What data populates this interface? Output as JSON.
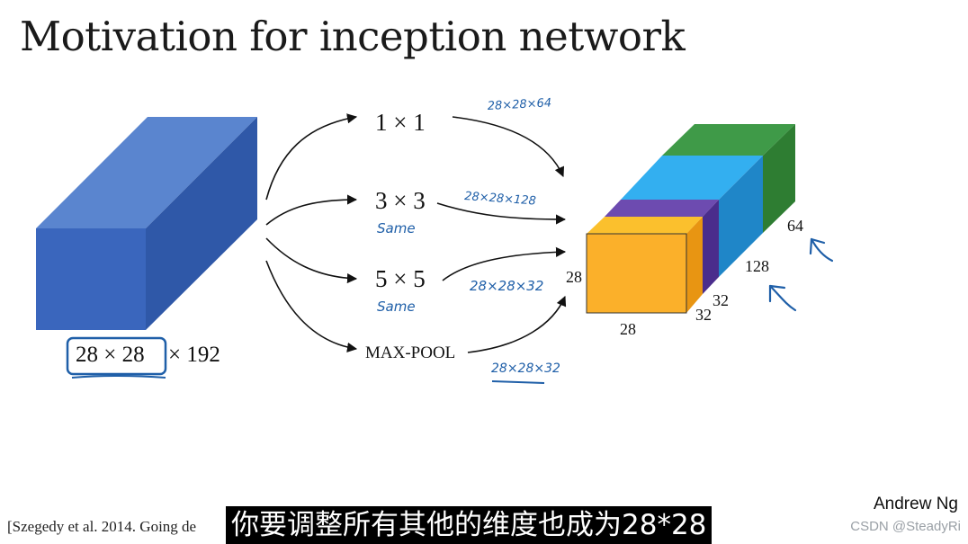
{
  "slide": {
    "title": "Motivation for inception network",
    "citation": "[Szegedy et al. 2014. Going de",
    "author": "Andrew Ng",
    "subtitle": "你要调整所有其他的维度也成为28*28",
    "watermark": "CSDN @SteadyRi"
  },
  "input_volume": {
    "dims_boxed": "28 × 28",
    "dims_rest": "× 192",
    "color": "#3a66bd"
  },
  "branches": [
    {
      "label": "1 × 1",
      "output_note": "28×28×64"
    },
    {
      "label": "3 × 3",
      "output_note": "28×28×128",
      "padding_note": "Same"
    },
    {
      "label": "5 × 5",
      "output_note": "28×28×32",
      "padding_note": "Same"
    },
    {
      "label": "MAX-POOL",
      "output_note": "28×28×32"
    }
  ],
  "output_volume": {
    "height_label": "28",
    "width_label": "28",
    "blocks": [
      {
        "name": "1x1",
        "depth_label": "64",
        "color": "#2e7d32"
      },
      {
        "name": "3x3",
        "depth_label": "128",
        "color": "#29a3e8"
      },
      {
        "name": "5x5",
        "depth_label": "32",
        "color": "#5e35b1"
      },
      {
        "name": "max-pool",
        "depth_label": "32",
        "color": "#f9a825"
      }
    ]
  },
  "colors": {
    "ink": "#1f5fa8"
  }
}
